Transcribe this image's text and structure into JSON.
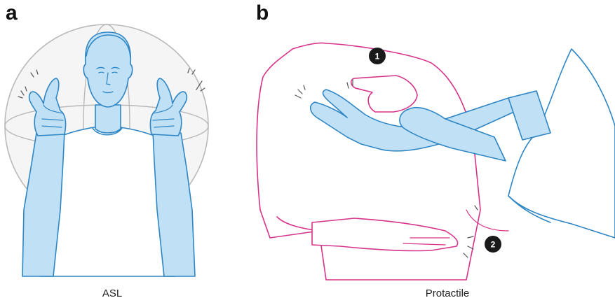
{
  "panels": [
    {
      "letter": "a",
      "caption": "ASL"
    },
    {
      "letter": "b",
      "caption": "Protactile"
    }
  ],
  "markers": [
    "1",
    "2"
  ],
  "colors": {
    "signer_fill": "#bfe0f5",
    "signer_stroke": "#2f86c4",
    "receiver_stroke": "#d7338a",
    "sphere_stroke": "#b9b9b9",
    "sphere_fill": "#ececec"
  }
}
